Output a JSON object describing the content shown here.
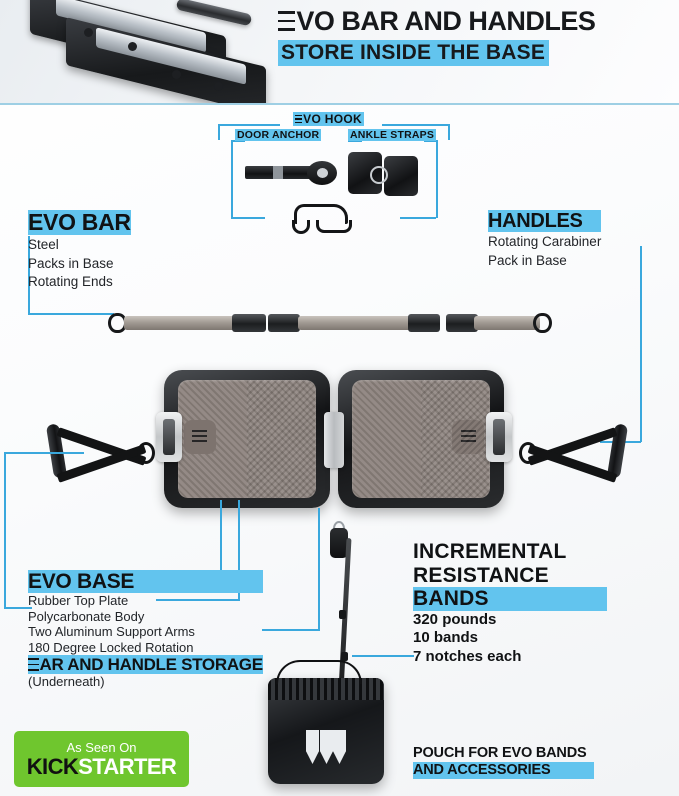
{
  "header": {
    "title_line1": "EVO BAR AND HANDLES",
    "title_line2": "STORE INSIDE THE BASE",
    "accent_color": "#62c4ee",
    "hero_image_name": "evo-base-folded-with-bar-photo"
  },
  "hook_group": {
    "title": "EVO HOOK",
    "left_label": "DOOR ANCHOR",
    "right_label": "ANKLE STRAPS",
    "items": [
      "door-anchor-strap-photo",
      "ankle-straps-photo",
      "evo-hook-photo"
    ]
  },
  "evo_bar": {
    "heading": "EVO BAR",
    "features": [
      "Steel",
      "Packs in Base",
      "Rotating Ends"
    ],
    "product_image_name": "evo-steel-bar-three-segments"
  },
  "handles": {
    "heading": "HANDLES",
    "features": [
      "Rotating Carabiner",
      "Pack in Base"
    ],
    "left_image_name": "handle-left-photo",
    "right_image_name": "handle-right-photo"
  },
  "evo_base": {
    "heading": "EVO BASE",
    "features": [
      "Rubber Top Plate",
      "Polycarbonate Body",
      "Two Aluminum Support Arms",
      "180 Degree Locked Rotation"
    ],
    "storage_heading": "BAR AND HANDLE STORAGE",
    "storage_note": "(Underneath)",
    "product_image_name": "evo-base-open-two-platforms"
  },
  "bands": {
    "heading_lines": [
      "INCREMENTAL",
      "RESISTANCE",
      "BANDS"
    ],
    "specs": [
      "320 pounds",
      "10 bands",
      "7 notches each"
    ],
    "product_image_name": "resistance-band-with-carabiner"
  },
  "pouch": {
    "caption_line1": "POUCH FOR EVO BANDS",
    "caption_line2": "AND ACCESSORIES",
    "product_image_name": "black-drawstring-pouch-with-logo"
  },
  "kickstarter": {
    "top_text": "As Seen On",
    "brand_part1": "KICK",
    "brand_part2": "STARTER",
    "background_color": "#6fc62e"
  }
}
